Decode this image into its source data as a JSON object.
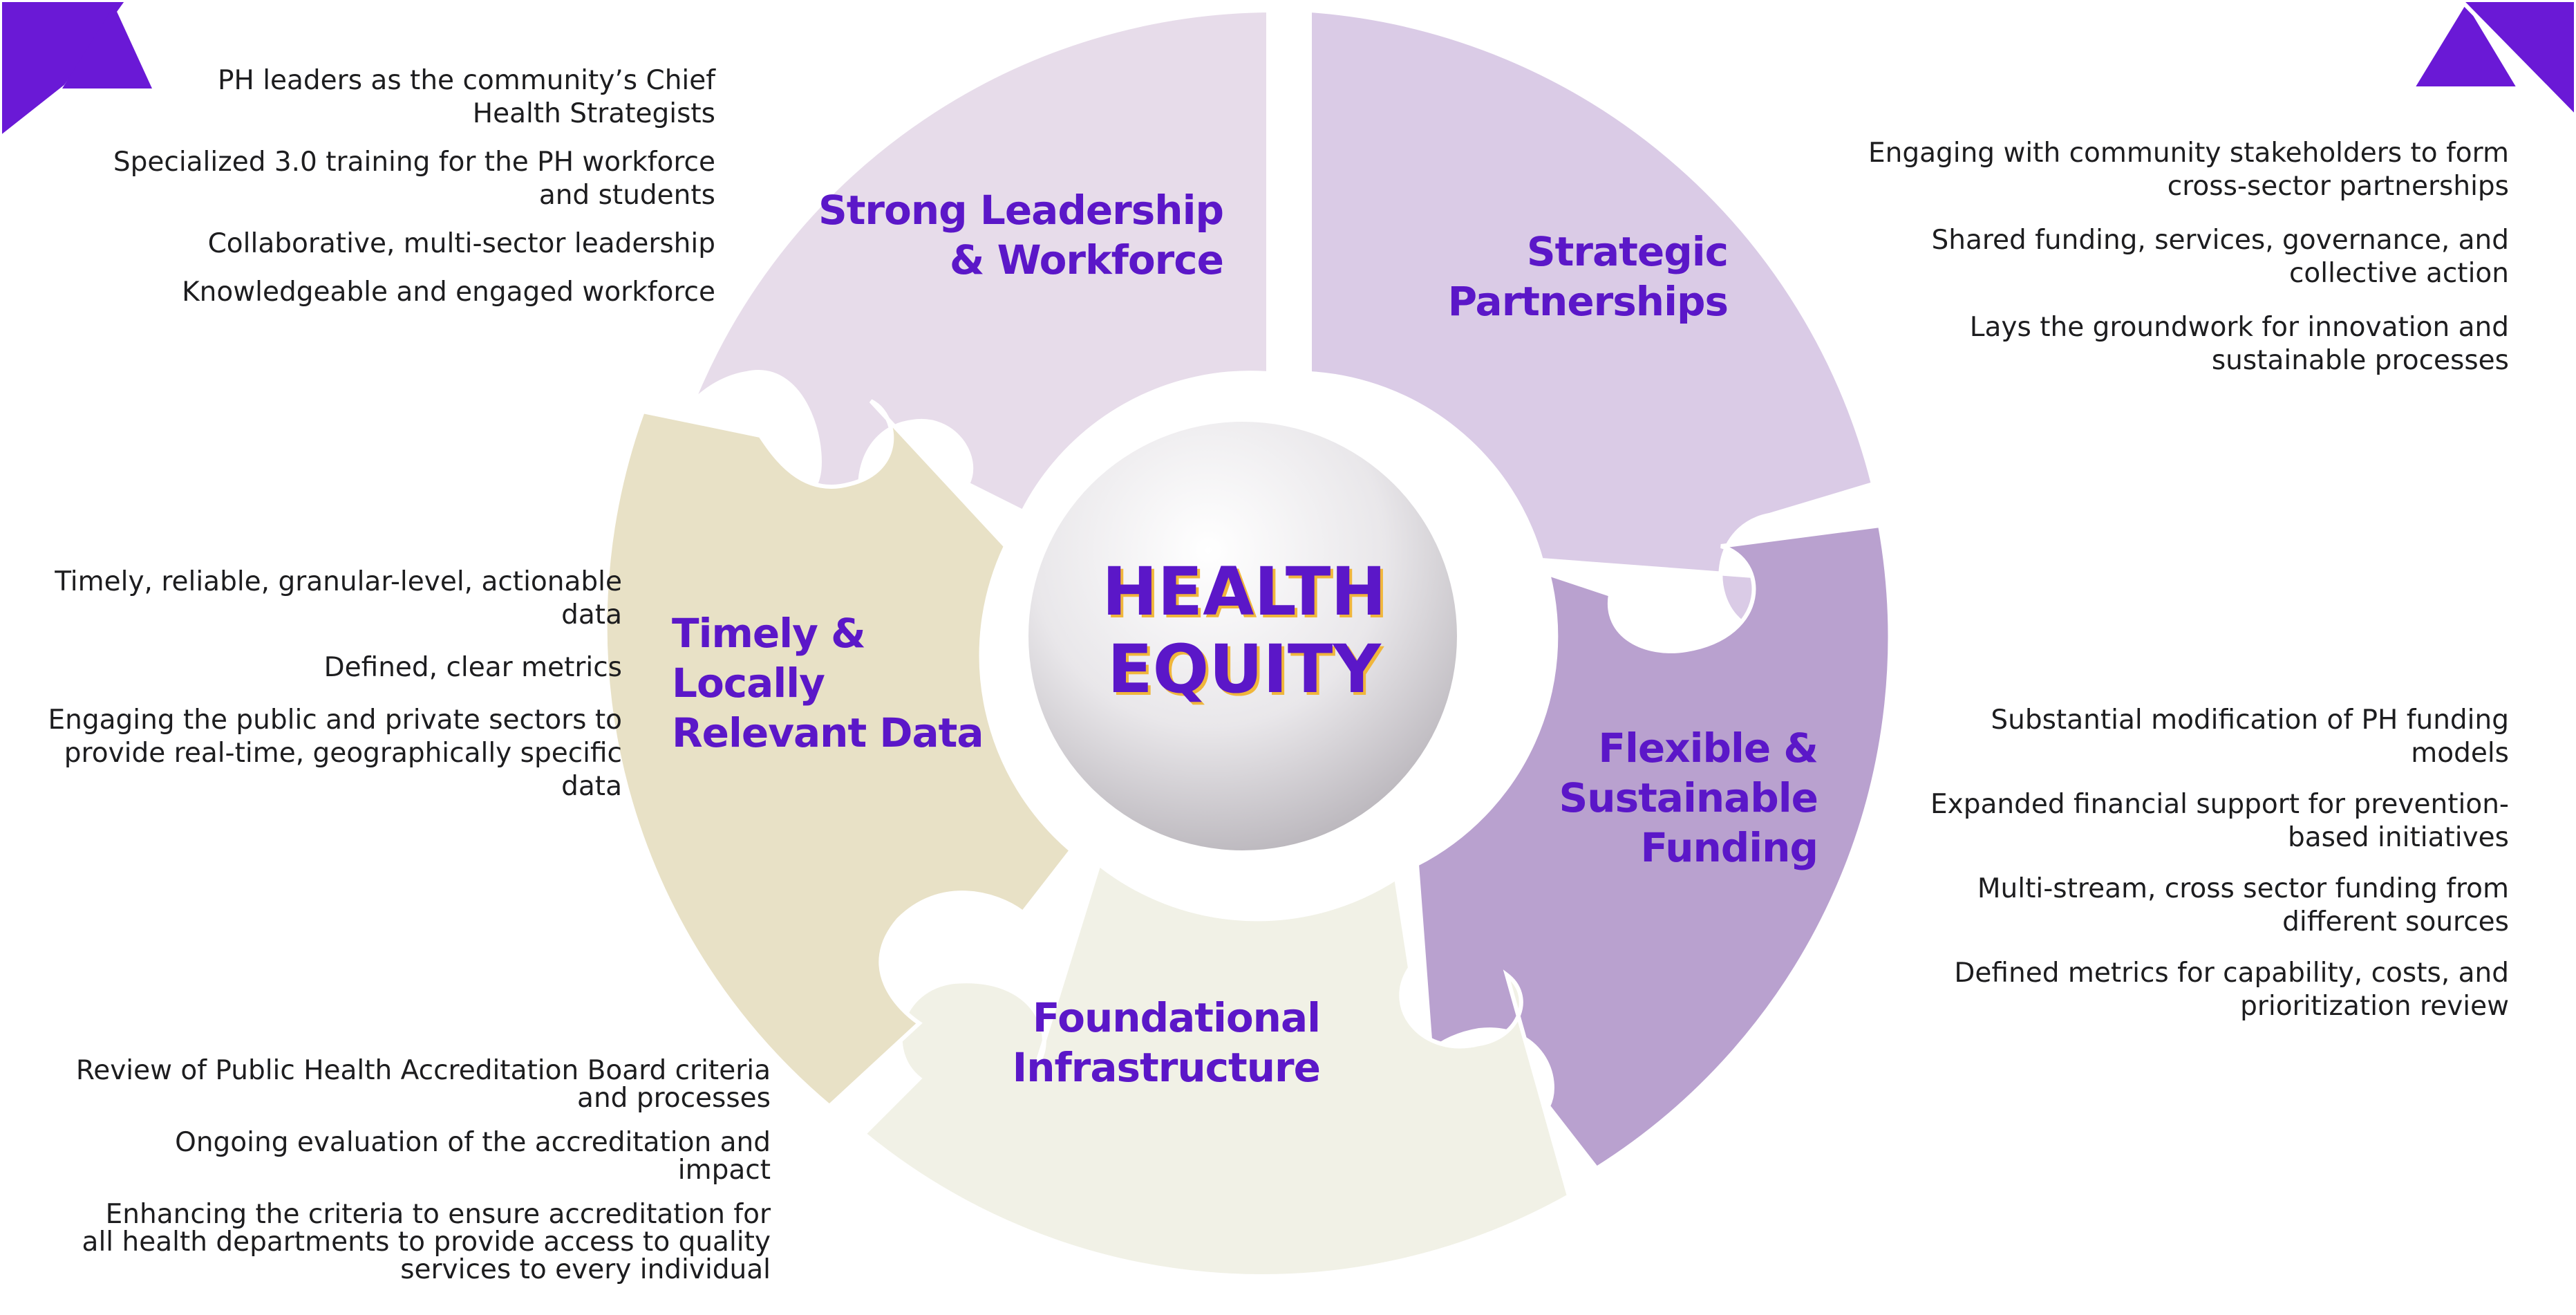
{
  "colors": {
    "accent_purple": "#5b17c8",
    "corner_triangle": "#6a19d6",
    "segment_leadership": "#e7dcea",
    "segment_partnerships": "#dacbe6",
    "segment_funding": "#b9a1cf",
    "segment_infrastructure": "#f1f1e6",
    "segment_data": "#e8e1c6",
    "title_shadow": "#f0b63c"
  },
  "center": {
    "line1": "HEALTH",
    "line2": "EQUITY"
  },
  "segments": {
    "leadership": {
      "line1": "Strong Leadership",
      "line2": "& Workforce"
    },
    "partnerships": {
      "line1": "Strategic",
      "line2": "Partnerships"
    },
    "funding": {
      "line1": "Flexible &",
      "line2": "Sustainable",
      "line3": "Funding"
    },
    "infrastructure": {
      "line1": "Foundational",
      "line2": "Infrastructure"
    },
    "data": {
      "line1": "Timely &",
      "line2": "Locally",
      "line3": "Relevant Data"
    }
  },
  "notes": {
    "leadership": [
      [
        "PH leaders as the community’s Chief",
        "Health Strategists"
      ],
      [
        "Specialized 3.0 training for the PH workforce",
        "and students"
      ],
      [
        "Collaborative, multi-sector leadership"
      ],
      [
        "Knowledgeable and engaged workforce"
      ]
    ],
    "partnerships": [
      [
        "Engaging with community stakeholders  to form",
        "cross-sector partnerships"
      ],
      [
        "Shared funding, services, governance, and",
        "collective action"
      ],
      [
        "Lays the groundwork for innovation and",
        "sustainable  processes"
      ]
    ],
    "data": [
      [
        "Timely, reliable, granular-level, actionable",
        "data"
      ],
      [
        "Defined, clear metrics"
      ],
      [
        "Engaging the public and private sectors to",
        "provide real-time, geographically specific",
        "data"
      ]
    ],
    "funding": [
      [
        "Substantial modification of PH funding",
        "models"
      ],
      [
        "Expanded financial support for prevention-",
        "based initiatives"
      ],
      [
        "Multi-stream, cross sector funding  from",
        "different sources"
      ],
      [
        "Defined metrics for capability, costs, and",
        "prioritization review"
      ]
    ],
    "infrastructure": [
      [
        "Review of Public Health Accreditation Board criteria",
        "and processes"
      ],
      [
        "Ongoing evaluation of  the accreditation and",
        "impact"
      ],
      [
        "Enhancing the criteria to ensure accreditation for",
        "all health departments to provide access to quality",
        "services to every individual"
      ]
    ]
  }
}
